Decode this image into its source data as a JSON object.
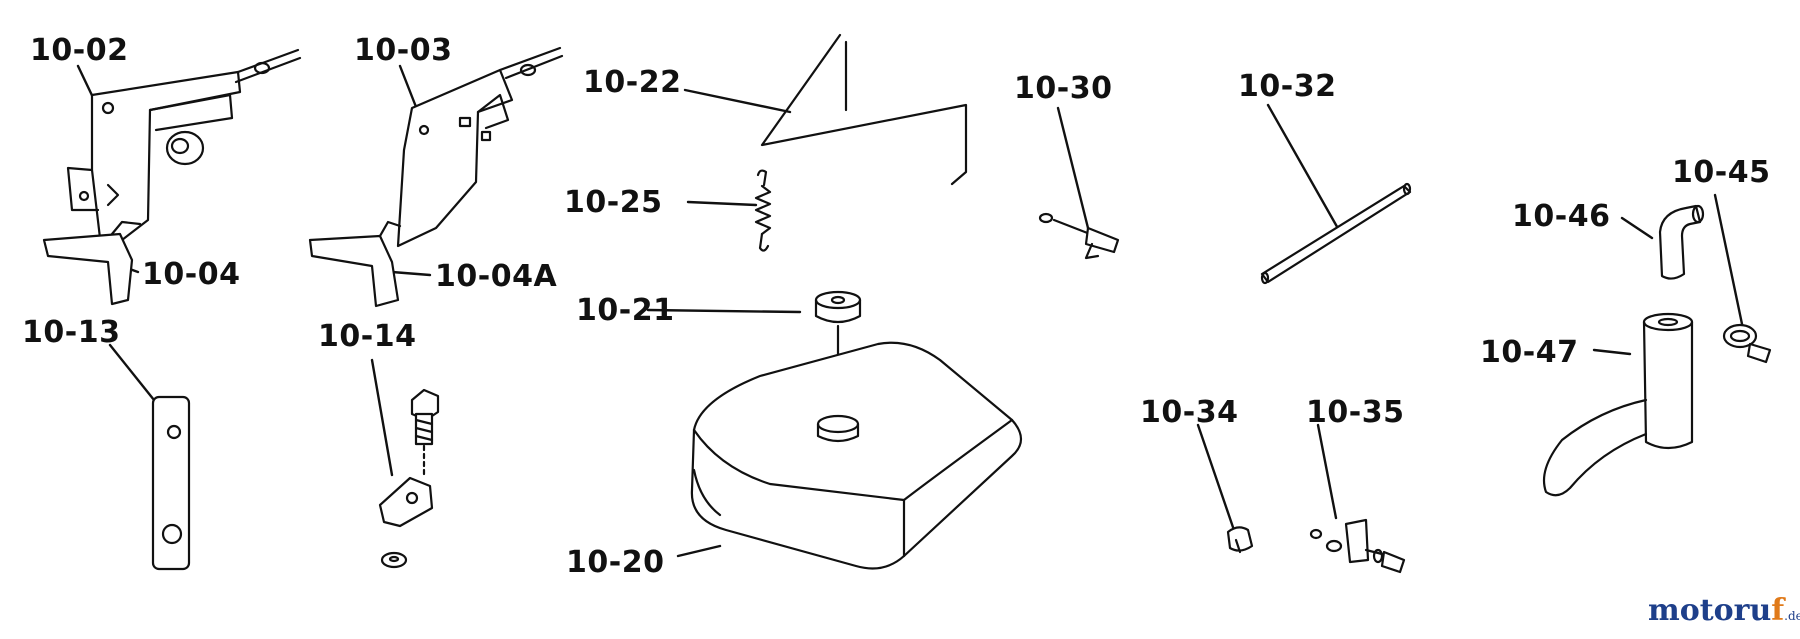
{
  "diagram": {
    "part_labels": {
      "p1002": "10-02",
      "p1003": "10-03",
      "p1004": "10-04",
      "p1004a": "10-04A",
      "p1013": "10-13",
      "p1014": "10-14",
      "p1020": "10-20",
      "p1021": "10-21",
      "p1022": "10-22",
      "p1025": "10-25",
      "p1030": "10-30",
      "p1032": "10-32",
      "p1034": "10-34",
      "p1035": "10-35",
      "p1045": "10-45",
      "p1046": "10-46",
      "p1047": "10-47"
    }
  },
  "watermark": {
    "text_a": "moto",
    "text_b": "r",
    "text_c": "u",
    "text_f": "f",
    "suffix": ".de"
  },
  "colors": {
    "ink": "#111111",
    "watermark_blue": "#1e3f8a",
    "watermark_orange": "#e07a1a"
  }
}
